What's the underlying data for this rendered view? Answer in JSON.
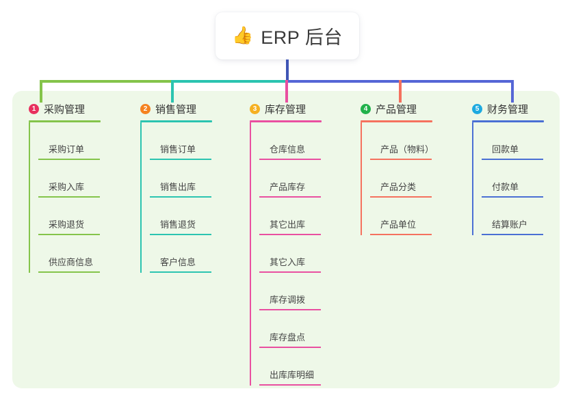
{
  "root": {
    "icon": "thumbs-up-icon",
    "emoji": "👍",
    "title": "ERP 后台"
  },
  "panel": {
    "background": "#eef8e8"
  },
  "columns": [
    {
      "number": "1",
      "badge_color": "#e8305e",
      "line_color": "#84c44a",
      "title": "采购管理",
      "items": [
        "采购订单",
        "采购入库",
        "采购退货",
        "供应商信息"
      ]
    },
    {
      "number": "2",
      "badge_color": "#f58220",
      "line_color": "#2bc4b0",
      "title": "销售管理",
      "items": [
        "销售订单",
        "销售出库",
        "销售退货",
        "客户信息"
      ]
    },
    {
      "number": "3",
      "badge_color": "#f5b021",
      "line_color": "#e94fa0",
      "title": "库存管理",
      "items": [
        "仓库信息",
        "产品库存",
        "其它出库",
        "其它入库",
        "库存调拨",
        "库存盘点",
        "出库库明细"
      ]
    },
    {
      "number": "4",
      "badge_color": "#21b14b",
      "line_color": "#f5715e",
      "title": "产品管理",
      "items": [
        "产品（物料）",
        "产品分类",
        "产品单位"
      ]
    },
    {
      "number": "5",
      "badge_color": "#1eaae0",
      "line_color": "#4a6fd4",
      "title": "财务管理",
      "items": [
        "回款单",
        "付款单",
        "结算账户"
      ]
    }
  ],
  "connectors": {
    "stem_color": "#3f55b5",
    "bar_left_color": "#84c44a",
    "bar_mid_color": "#2bc4b0",
    "bar_right_color": "#5566d6",
    "drops": [
      "#84c44a",
      "#2bc4b0",
      "#e94fa0",
      "#f5715e",
      "#5566d6"
    ]
  }
}
